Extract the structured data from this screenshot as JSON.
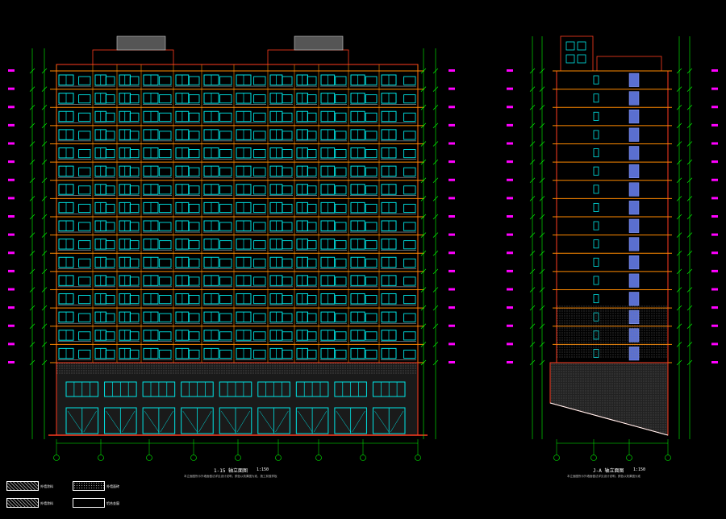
{
  "drawing": {
    "front_elevation": {
      "title": "1-15 轴立面图",
      "scale": "1:150",
      "note": "本立面图所示外墙面做法详见设计说明，颜色以效果图为准，施工前做样板"
    },
    "side_elevation": {
      "title": "J-A 轴立面图",
      "scale": "1:150",
      "note": "本立面图所示外墙面做法详见设计说明，颜色以效果图为准"
    },
    "legend": [
      {
        "pattern": "hatch",
        "label": "外墙涂料"
      },
      {
        "pattern": "dots",
        "label": "外墙面砖"
      },
      {
        "pattern": "hatch",
        "label": "外墙涂料"
      },
      {
        "pattern": "blank",
        "label": "铝合金窗"
      }
    ],
    "colors": {
      "background": "#000000",
      "floor_line": "#ff8a00",
      "window": "#00e5e5",
      "dimension": "#00ff00",
      "elevation_text": "#ff00ff",
      "outline": "#ff3b1f",
      "roof": "#cccccc"
    }
  }
}
